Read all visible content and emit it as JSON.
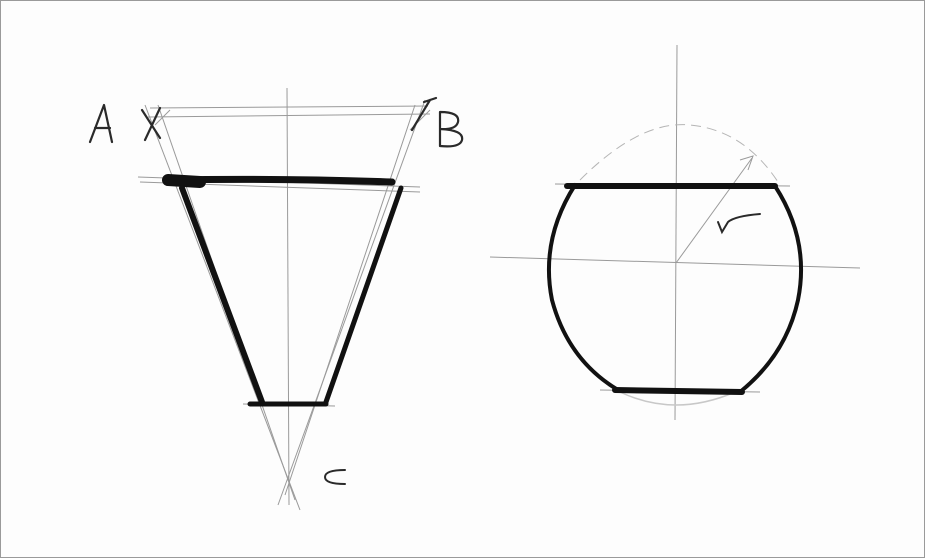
{
  "sketch": {
    "label_a": "A",
    "label_b": "B",
    "label_c": "C",
    "label_r": "r"
  },
  "colors": {
    "paper": "#fdfdfd",
    "ink": "#111111",
    "construction": "#9a9a9a",
    "frame": "#9a9a9a"
  }
}
